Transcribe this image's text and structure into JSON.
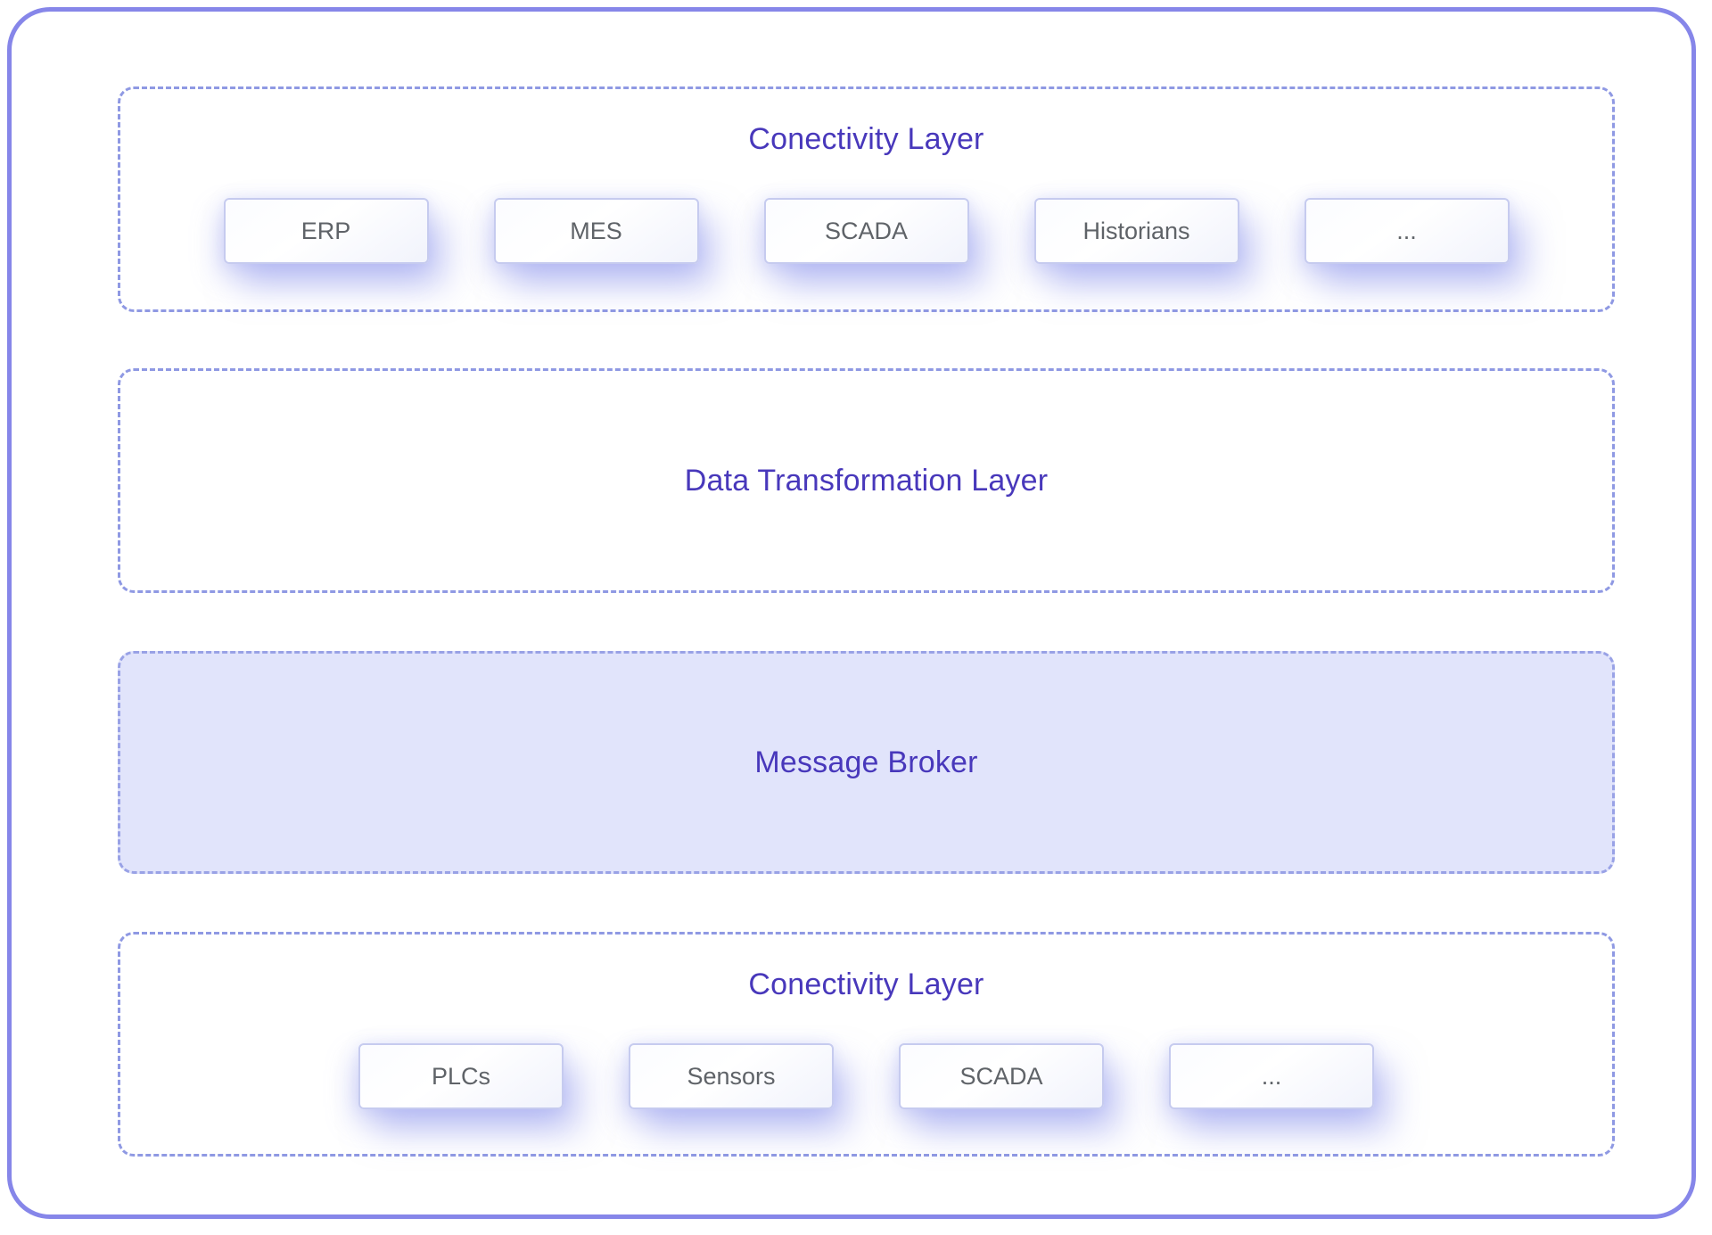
{
  "diagram": {
    "sections": [
      {
        "id": "connectivity-top",
        "title": "Conectivity Layer",
        "items": [
          "ERP",
          "MES",
          "SCADA",
          "Historians",
          "..."
        ]
      },
      {
        "id": "data-transformation",
        "title": "Data Transformation Layer",
        "items": []
      },
      {
        "id": "message-broker",
        "title": "Message Broker",
        "items": []
      },
      {
        "id": "connectivity-bottom",
        "title": "Conectivity Layer",
        "items": [
          "PLCs",
          "Sensors",
          "SCADA",
          "..."
        ]
      }
    ],
    "colors": {
      "outer_border": "#8686e9",
      "dashed_border": "#8f99e3",
      "title_text": "#4838bb",
      "item_text": "#5f6368",
      "item_border": "#c6cbef",
      "broker_background": "#e1e4fb",
      "item_glow": "rgba(144,152,238,0.5)"
    }
  }
}
